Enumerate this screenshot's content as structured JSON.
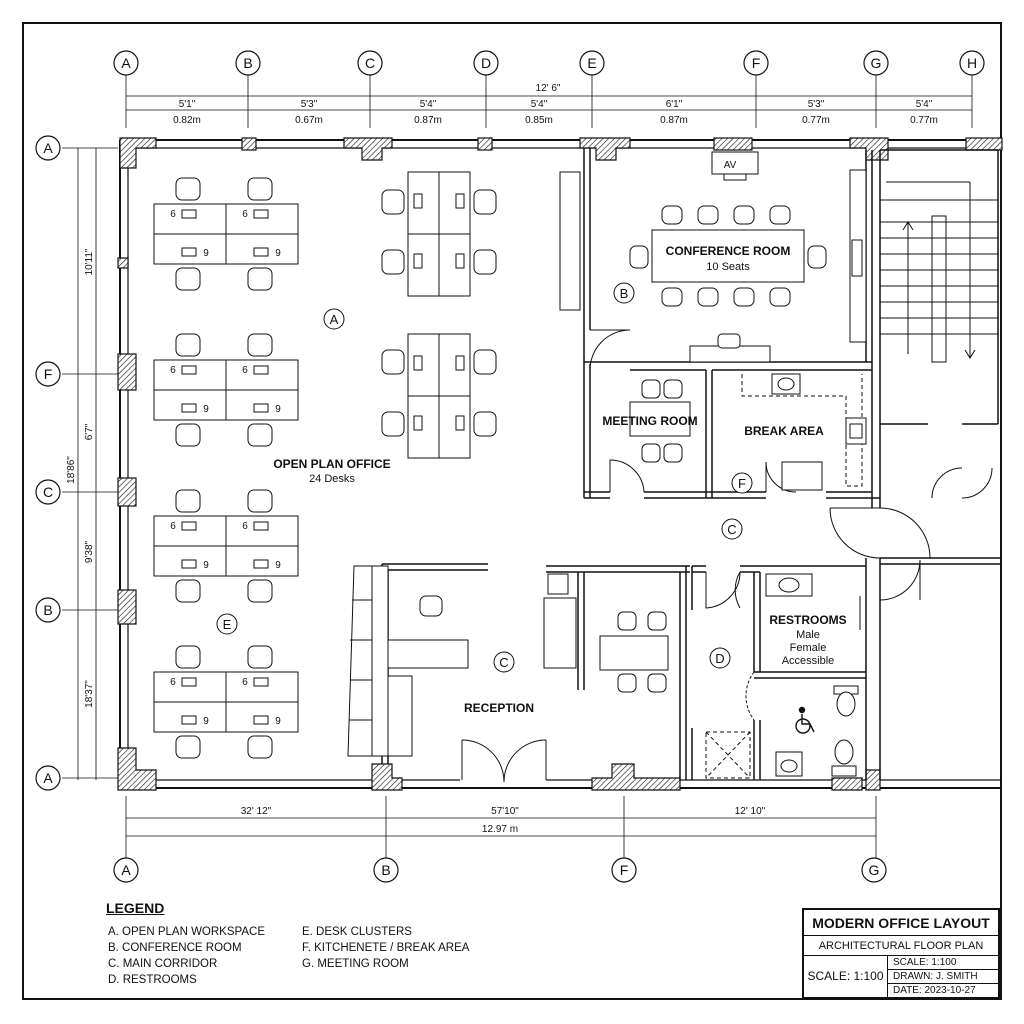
{
  "grid": {
    "top": [
      "A",
      "B",
      "C",
      "D",
      "E",
      "F",
      "G",
      "H"
    ],
    "left": [
      "A",
      "F",
      "C",
      "B",
      "A"
    ],
    "bottom": [
      "A",
      "B",
      "F",
      "G"
    ]
  },
  "dimensions": {
    "top_total": "12' 6\"",
    "top_segments": [
      {
        "ft": "5'1\"",
        "m": "0.82m"
      },
      {
        "ft": "5'3\"",
        "m": "0.67m"
      },
      {
        "ft": "5'4\"",
        "m": "0.87m"
      },
      {
        "ft": "5'4\"",
        "m": "0.85m"
      },
      {
        "ft": "6'1\"",
        "m": "0.87m"
      },
      {
        "ft": "5'3\"",
        "m": "0.77m"
      },
      {
        "ft": "5'4\"",
        "m": "0.77m"
      }
    ],
    "left_segments": [
      "10'11\"",
      "6'7\"",
      "9'38\"",
      "18'37\""
    ],
    "left_total": "18'86\"",
    "bottom_segments": [
      "32' 12\"",
      "57'10\"",
      "12' 10\""
    ],
    "bottom_total": "12.97 m"
  },
  "rooms": {
    "open_plan": {
      "name": "OPEN PLAN OFFICE",
      "sub": "24 Desks"
    },
    "conference": {
      "name": "CONFERENCE ROOM",
      "sub": "10 Seats"
    },
    "meeting": {
      "name": "MEETING ROOM"
    },
    "break_area": {
      "name": "BREAK AREA"
    },
    "reception": {
      "name": "RECEPTION"
    },
    "restrooms": {
      "name": "RESTROOMS",
      "lines": [
        "Male",
        "Female",
        "Accessible"
      ]
    },
    "av": "AV"
  },
  "zone_tags": {
    "a": "A",
    "b": "B",
    "c1": "C",
    "c2": "C",
    "d": "D",
    "e": "E",
    "f": "F"
  },
  "desk_numbers": {
    "six": "6",
    "nine": "9"
  },
  "legend": {
    "title": "LEGEND",
    "col1": [
      "A.  OPEN PLAN WORKSPACE",
      "B.  CONFERENCE ROOM",
      "C.  MAIN CORRIDOR",
      "D.  RESTROOMS"
    ],
    "col2": [
      "E.  DESK CLUSTERS",
      "F.  KITCHENETE / BREAK AREA",
      "G.  MEETING ROOM"
    ]
  },
  "title_block": {
    "title": "MODERN OFFICE LAYOUT",
    "subtitle": "ARCHITECTURAL FLOOR PLAN",
    "scale_big": "SCALE: 1:100",
    "scale": "SCALE:    1:100",
    "drawn": "DRAWN:   J. SMITH",
    "date": "DATE:     2023-10-27"
  }
}
